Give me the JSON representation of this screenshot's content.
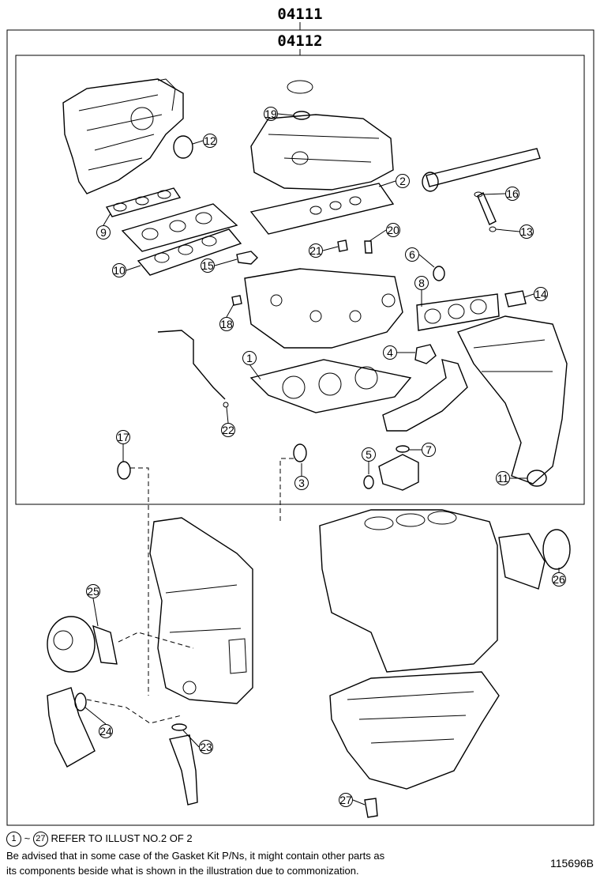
{
  "outer_part_number": "04111",
  "inner_part_number": "04112",
  "callouts": {
    "c1": "1",
    "c2": "2",
    "c3": "3",
    "c4": "4",
    "c5": "5",
    "c6": "6",
    "c7": "7",
    "c8": "8",
    "c9": "9",
    "c10": "10",
    "c11": "11",
    "c12": "12",
    "c13": "13",
    "c14": "14",
    "c15": "15",
    "c16": "16",
    "c17": "17",
    "c18": "18",
    "c19": "19",
    "c20": "20",
    "c21": "21",
    "c22": "22",
    "c23": "23",
    "c24": "24",
    "c25": "25",
    "c26": "26",
    "c27": "27"
  },
  "notes": {
    "refer_start": "1",
    "refer_tilde": "~",
    "refer_end": "27",
    "refer_text": "REFER TO ILLUST NO.2 OF 2",
    "advice_line1": "Be advised that in some case of the Gasket Kit P/Ns,  it might contain other parts as",
    "advice_line2": "its components beside what is shown in the illustration due to commonization."
  },
  "illustration_id": "115696B"
}
